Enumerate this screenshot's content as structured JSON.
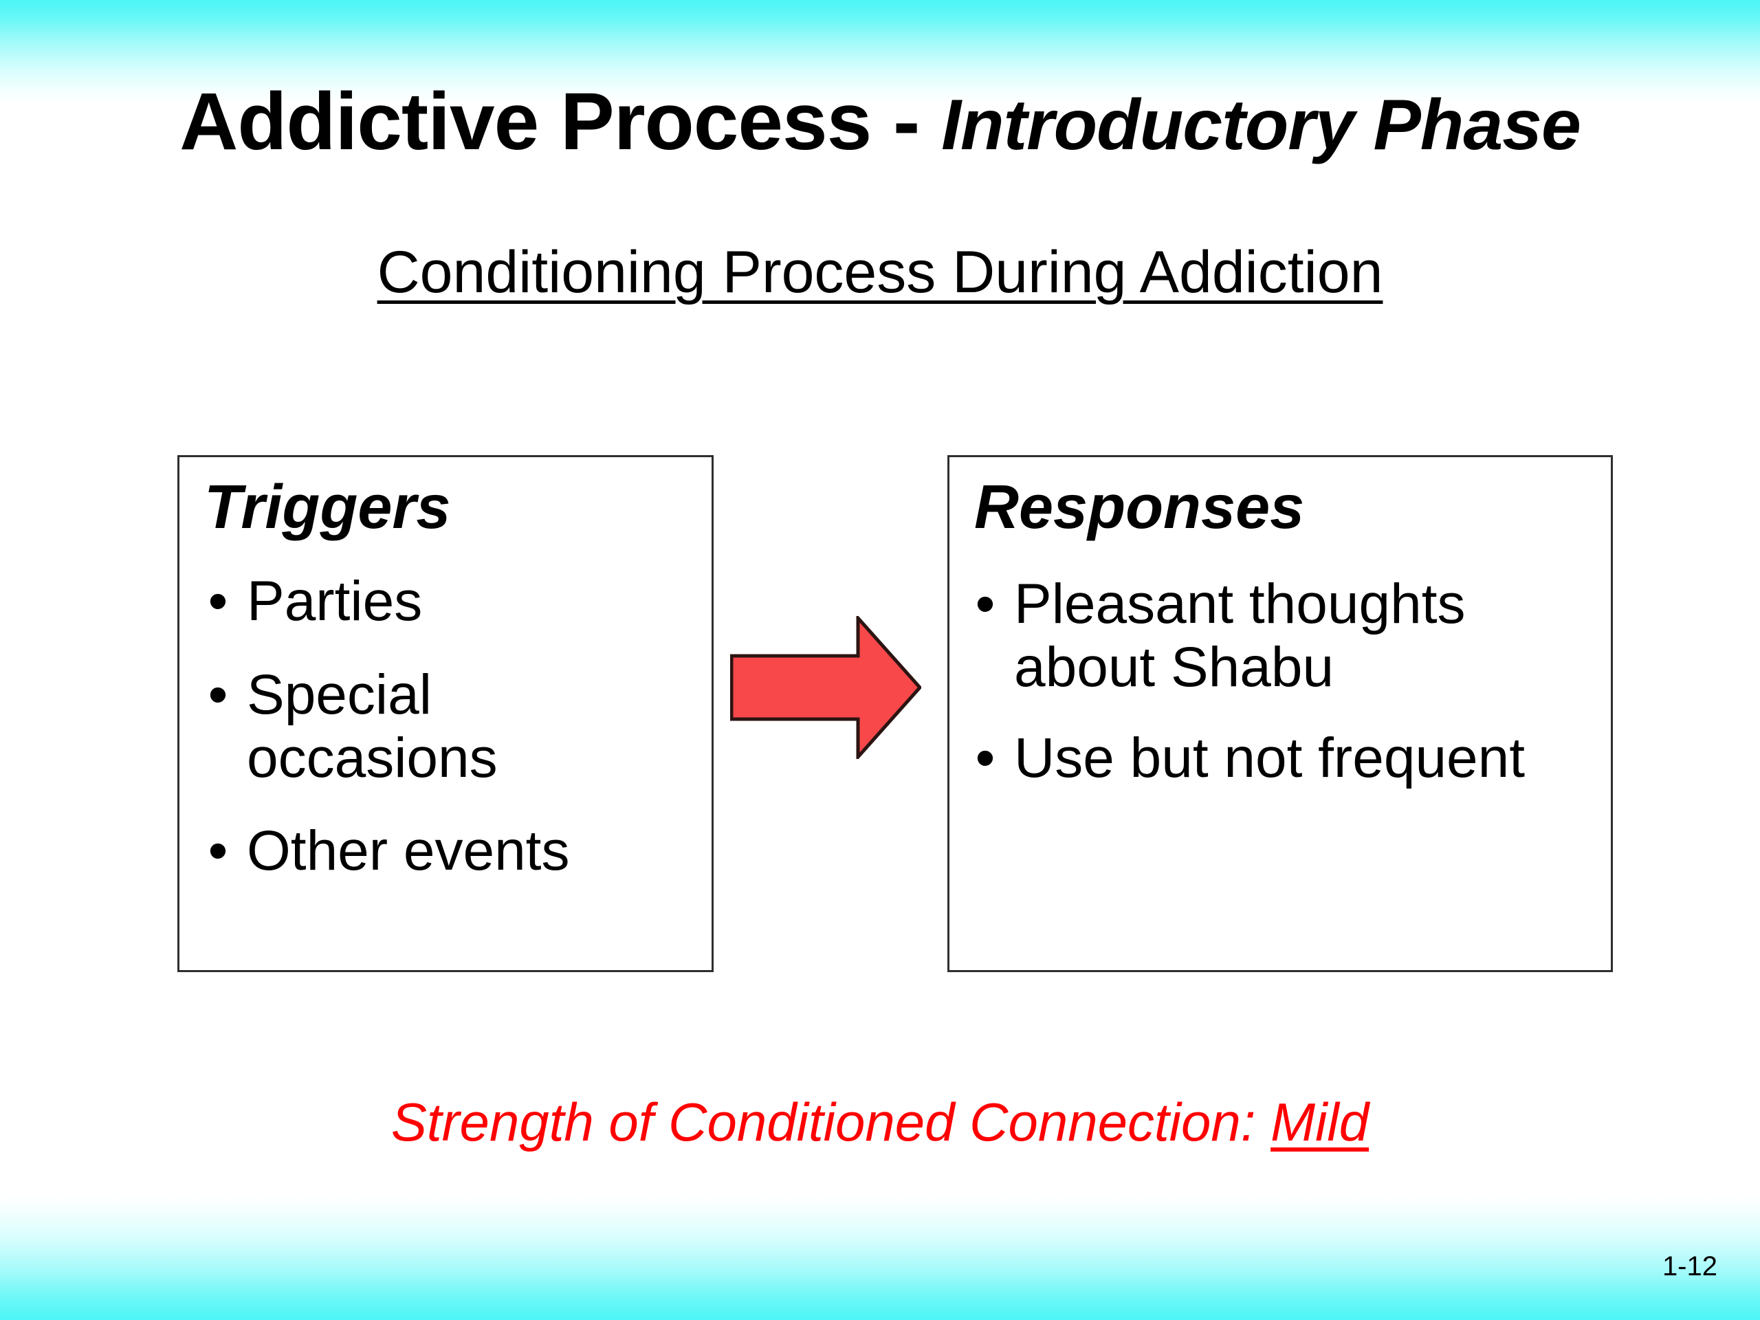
{
  "slide": {
    "title": {
      "main": "Addictive Process - ",
      "emphasis": "Introductory Phase"
    },
    "subtitle": "Conditioning Process During Addiction",
    "page_number": "1-12",
    "colors": {
      "band": "#4df6f6",
      "arrow_fill": "#f9484a",
      "arrow_outline": "#2b1412",
      "box_border": "#2e2e2e",
      "strength_text": "#ff0000",
      "body_text": "#000000"
    }
  },
  "boxes": [
    {
      "heading": "Triggers",
      "bullets": [
        "Parties",
        "Special occasions",
        "Other events"
      ]
    },
    {
      "heading": "Responses",
      "bullets": [
        "Pleasant thoughts about Shabu",
        "Use but not frequent"
      ]
    }
  ],
  "connector": {
    "icon": "right-arrow-icon",
    "direction": "right"
  },
  "strength": {
    "label": "Strength of Conditioned Connection: ",
    "value": "Mild"
  },
  "bullet_glyph": "•"
}
